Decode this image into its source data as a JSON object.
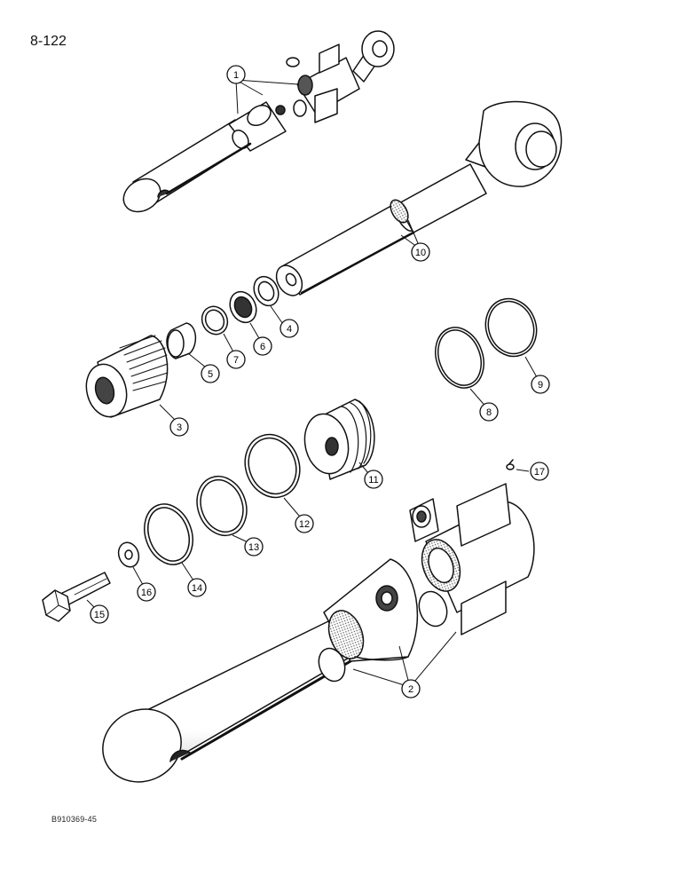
{
  "page_number": "8-122",
  "drawing_id": "B910369-45",
  "callouts": {
    "c1": "1",
    "c2": "2",
    "c3": "3",
    "c4": "4",
    "c5": "5",
    "c6": "6",
    "c7": "7",
    "c8": "8",
    "c9": "9",
    "c10": "10",
    "c11": "11",
    "c12": "12",
    "c13": "13",
    "c14": "14",
    "c15": "15",
    "c16": "16",
    "c17": "17"
  },
  "colors": {
    "line": "#111111",
    "paper": "#ffffff",
    "shade": "#6a6a6a"
  }
}
